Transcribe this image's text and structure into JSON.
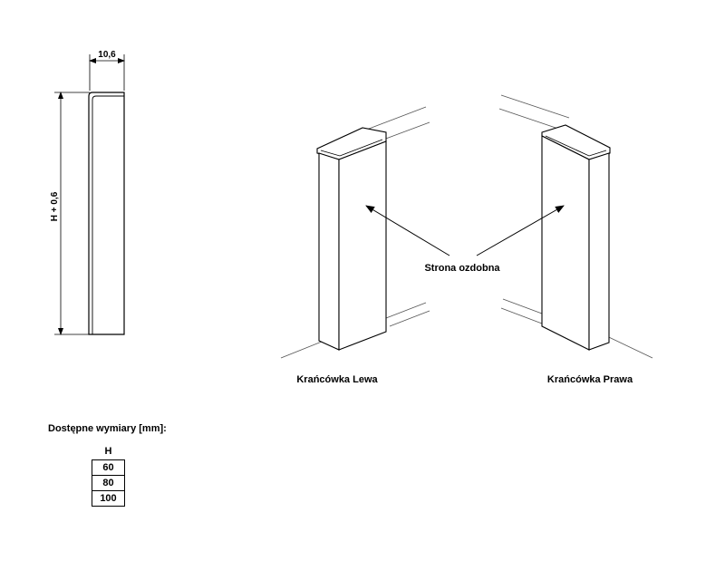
{
  "dimensions": {
    "width_label": "10,6",
    "height_label": "H + 0,6"
  },
  "labels": {
    "decorative_side": "Strona ozdobna",
    "left_end": "Krańcówka Lewa",
    "right_end": "Krańcówka Prawa"
  },
  "sizes_table": {
    "heading": "Dostępne wymiary [mm]:",
    "column_header": "H",
    "rows": [
      "60",
      "80",
      "100"
    ]
  }
}
